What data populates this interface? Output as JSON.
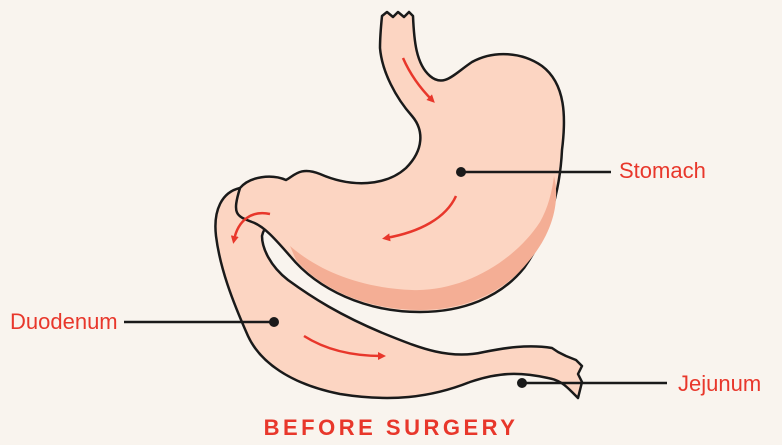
{
  "labels": {
    "stomach": "Stomach",
    "duodenum": "Duodenum",
    "jejunum": "Jejunum"
  },
  "caption": "BEFORE SURGERY",
  "colors": {
    "background": "#f9f4ee",
    "organ_fill": "#fcd5c2",
    "organ_shadow": "#f4ae95",
    "outline": "#1a1a1a",
    "arrow": "#e8372b",
    "label_text": "#e8372b"
  },
  "icons": [
    "flow-arrow-icon"
  ]
}
